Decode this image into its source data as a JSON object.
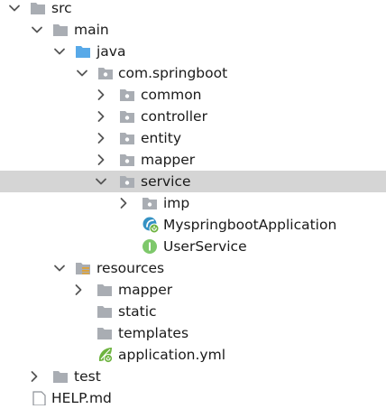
{
  "tree": {
    "items": [
      {
        "label": "src",
        "icon": "folder-icon",
        "state": "expanded"
      },
      {
        "label": "main",
        "icon": "folder-icon",
        "state": "expanded"
      },
      {
        "label": "java",
        "icon": "source-folder-icon",
        "state": "expanded"
      },
      {
        "label": "com.springboot",
        "icon": "package-icon",
        "state": "expanded"
      },
      {
        "label": "common",
        "icon": "package-icon",
        "state": "collapsed"
      },
      {
        "label": "controller",
        "icon": "package-icon",
        "state": "collapsed"
      },
      {
        "label": "entity",
        "icon": "package-icon",
        "state": "collapsed"
      },
      {
        "label": "mapper",
        "icon": "package-icon",
        "state": "collapsed"
      },
      {
        "label": "service",
        "icon": "package-icon",
        "state": "expanded",
        "selected": true
      },
      {
        "label": "imp",
        "icon": "package-icon",
        "state": "collapsed"
      },
      {
        "label": "MyspringbootApplication",
        "icon": "spring-boot-class-icon",
        "state": "leaf"
      },
      {
        "label": "UserService",
        "icon": "interface-icon",
        "state": "leaf"
      },
      {
        "label": "resources",
        "icon": "resources-folder-icon",
        "state": "expanded"
      },
      {
        "label": "mapper",
        "icon": "folder-icon",
        "state": "collapsed"
      },
      {
        "label": "static",
        "icon": "folder-icon",
        "state": "leaf"
      },
      {
        "label": "templates",
        "icon": "folder-icon",
        "state": "leaf"
      },
      {
        "label": "application.yml",
        "icon": "spring-config-file-icon",
        "state": "leaf"
      },
      {
        "label": "test",
        "icon": "folder-icon",
        "state": "collapsed"
      },
      {
        "label": "HELP.md",
        "icon": "markdown-file-icon",
        "state": "leaf"
      }
    ]
  },
  "colors": {
    "folder": "#a9adb3",
    "source_folder": "#58a9e8",
    "selected_row": "#d5d5d5",
    "chevron": "#555555",
    "interface_green": "#7ec86b",
    "spring_green": "#6db33f",
    "class_blue": "#3592c4"
  }
}
